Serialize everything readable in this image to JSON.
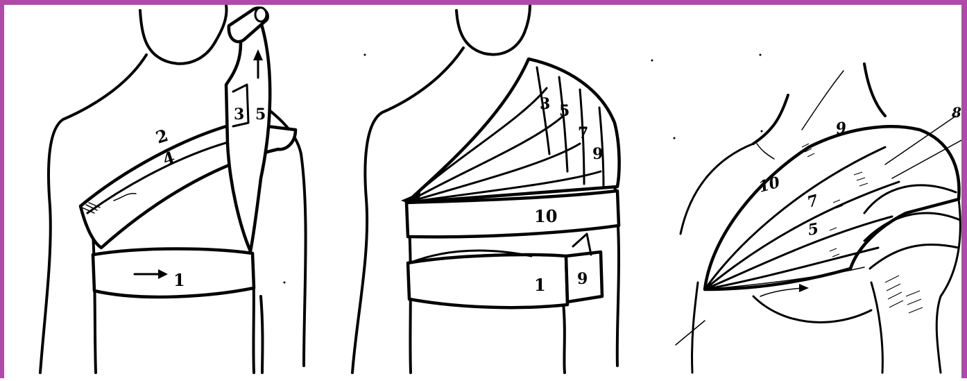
{
  "colors": {
    "frame": "#b04aa8",
    "ink": "#000000",
    "paper": "#ffffff"
  },
  "figures": [
    {
      "labels": [
        "1",
        "2",
        "3",
        "4",
        "5"
      ]
    },
    {
      "labels": [
        "1",
        "3",
        "5",
        "7",
        "9",
        "10"
      ]
    },
    {
      "labels": [
        "5",
        "7",
        "8",
        "9",
        "10"
      ]
    }
  ]
}
